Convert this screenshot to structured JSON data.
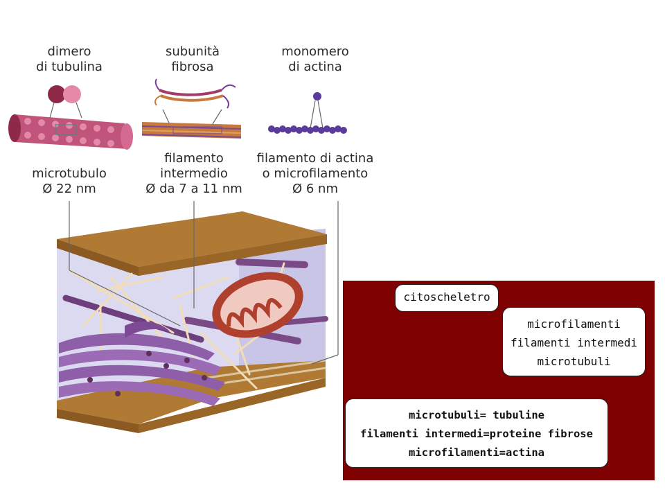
{
  "labels": {
    "tubulin_dimer": "dimero\ndi tubulina",
    "fibrous_subunit": "subunità\nfibrosa",
    "actin_monomer": "monomero\ndi actina",
    "microtubule": "microtubulo",
    "microtubule_diameter": "Ø 22 nm",
    "intermediate_filament": "filamento\nintermedio",
    "intermediate_diameter": "Ø da 7 a 11 nm",
    "actin_filament": "filamento di actina\no microfilamento",
    "actin_diameter": "Ø 6 nm"
  },
  "panel": {
    "title": "citoscheletro",
    "types": [
      "microfilamenti",
      "filamenti intermedi",
      "microtubuli"
    ],
    "composition": [
      "microtubuli= tubuline",
      "filamenti intermedi=proteine fibrose",
      "microfilamenti=actina"
    ]
  },
  "colors": {
    "panel_bg": "#7e0000",
    "microtubule": "#c0547a",
    "intermediate": "#c77a3b",
    "actin": "#5a3a9a",
    "membrane": "#a8752d",
    "mitochondrion": "#b0402e",
    "golgi": "#9b6bb5"
  }
}
